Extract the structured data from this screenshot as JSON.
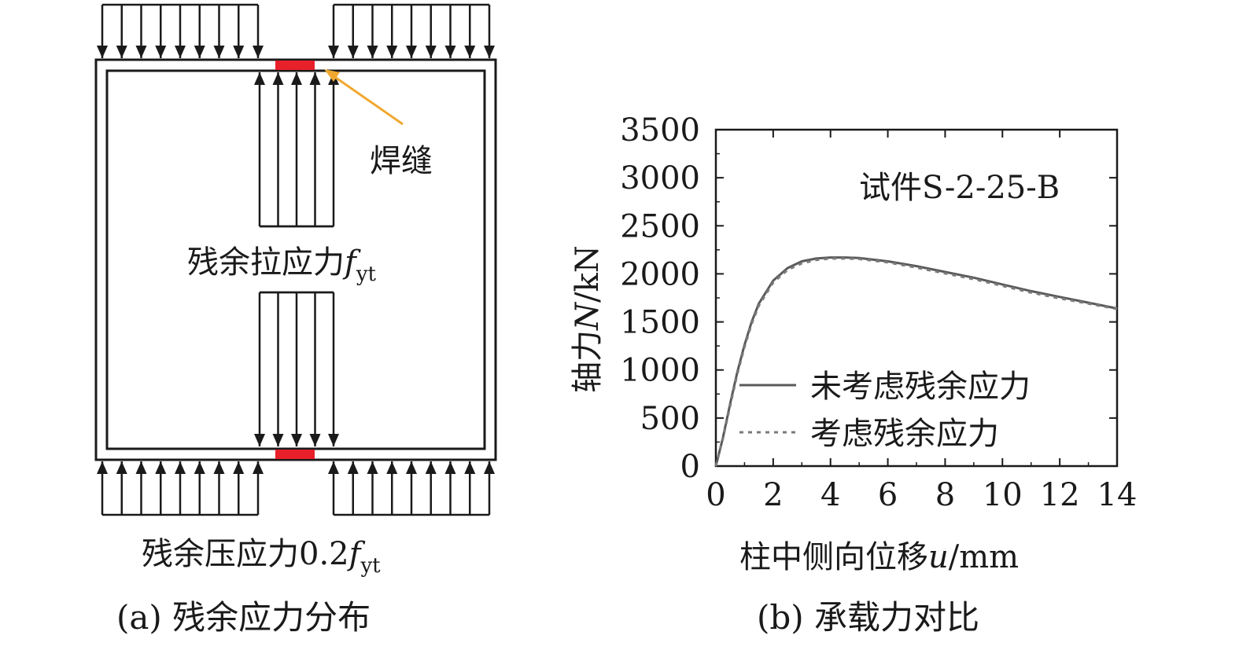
{
  "panel_a": {
    "weld_label": "焊缝",
    "tension_label_main": "残余拉应力",
    "tension_label_f": "f",
    "tension_label_sub": "yt",
    "compression_label_main": "残余压应力0.2",
    "compression_label_f": "f",
    "compression_label_sub": "yt",
    "caption": "(a) 残余应力分布",
    "weld_color": "#e8202a",
    "arrow_color": "#f0a830"
  },
  "chart_data": {
    "type": "line",
    "title": "试件S-2-25-B",
    "caption": "(b) 承载力对比",
    "xlabel_main": "柱中侧向位移",
    "xlabel_var": "u",
    "xlabel_unit": "/mm",
    "ylabel_main": "轴力",
    "ylabel_var": "N",
    "ylabel_unit": "/kN",
    "xlim": [
      0,
      14
    ],
    "ylim": [
      0,
      3500
    ],
    "xticks": [
      "0",
      "2",
      "4",
      "6",
      "8",
      "10",
      "12",
      "14"
    ],
    "yticks": [
      "0",
      "500",
      "1000",
      "1500",
      "2000",
      "2500",
      "3000",
      "3500"
    ],
    "grid": false,
    "legend_position": "bottom-right",
    "series": [
      {
        "name": "未考虑残余应力",
        "style": "solid",
        "color": "#5a5a5a",
        "x": [
          0,
          0.25,
          0.5,
          0.75,
          1.0,
          1.25,
          1.5,
          2.0,
          2.5,
          3.0,
          3.5,
          4.0,
          4.5,
          5.0,
          6.0,
          7.0,
          8.0,
          9.0,
          10.0,
          11.0,
          12.0,
          13.0,
          14.0
        ],
        "y": [
          0,
          300,
          650,
          980,
          1260,
          1500,
          1690,
          1930,
          2060,
          2130,
          2160,
          2170,
          2170,
          2165,
          2130,
          2080,
          2020,
          1960,
          1890,
          1820,
          1760,
          1700,
          1640
        ]
      },
      {
        "name": "考虑残余应力",
        "style": "dashed",
        "color": "#7a7a7a",
        "x": [
          0,
          0.25,
          0.5,
          0.75,
          1.0,
          1.25,
          1.5,
          2.0,
          2.5,
          3.0,
          3.5,
          4.0,
          4.5,
          5.0,
          6.0,
          7.0,
          8.0,
          9.0,
          10.0,
          11.0,
          12.0,
          13.0,
          14.0
        ],
        "y": [
          0,
          290,
          630,
          960,
          1240,
          1480,
          1670,
          1910,
          2040,
          2110,
          2145,
          2160,
          2160,
          2155,
          2120,
          2065,
          2005,
          1945,
          1875,
          1805,
          1745,
          1690,
          1635
        ]
      }
    ]
  }
}
